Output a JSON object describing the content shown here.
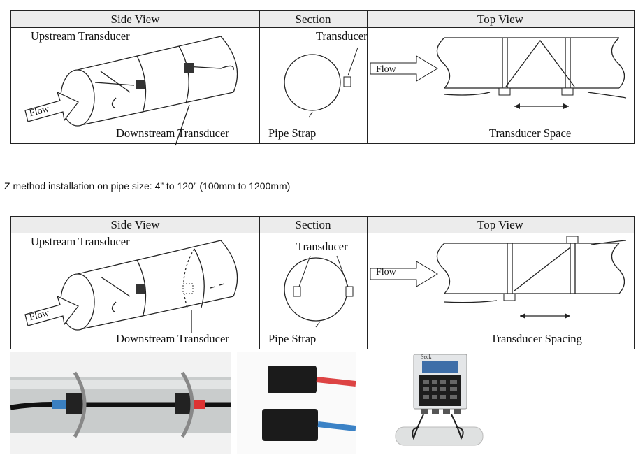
{
  "diagram1": {
    "headers": [
      "Side View",
      "Section",
      "Top View"
    ],
    "side": {
      "upstream": "Upstream Transducer",
      "downstream": "Downstream Transducer",
      "flow": "Flow"
    },
    "section": {
      "transducer": "Transducer",
      "strap": "Pipe Strap"
    },
    "top": {
      "flow": "Flow",
      "spacing": "Transducer Space"
    }
  },
  "caption": "Z method installation on pipe size: 4” to 120” (100mm to 1200mm)",
  "diagram2": {
    "headers": [
      "Side View",
      "Section",
      "Top View"
    ],
    "side": {
      "upstream": "Upstream Transducer",
      "downstream": "Downstream Transducer",
      "flow": "Flow"
    },
    "section": {
      "transducer": "Transducer",
      "strap": "Pipe Strap"
    },
    "top": {
      "flow": "Flow",
      "spacing": "Transducer Spacing"
    }
  },
  "photos": {
    "meter_brand": "Seck"
  }
}
